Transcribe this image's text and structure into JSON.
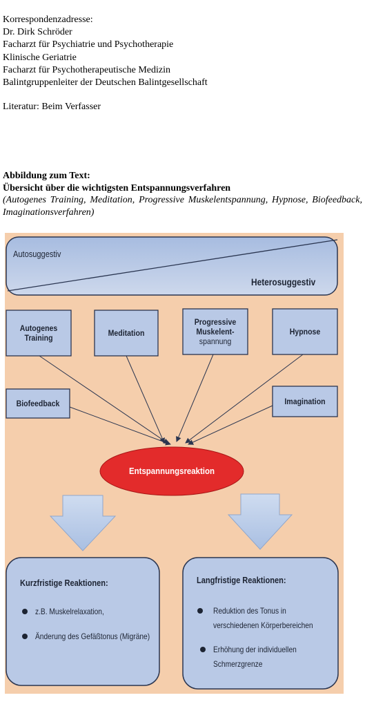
{
  "address": {
    "label": "Korrespondenzadresse:",
    "name": "Dr. Dirk Schröder",
    "lines": [
      "Facharzt für Psychiatrie und Psychotherapie",
      "Klinische Geriatrie",
      "Facharzt für Psychotherapeutische Medizin",
      "Balintgruppenleiter der Deutschen Balintgesellschaft"
    ]
  },
  "literature": "Literatur: Beim Verfasser",
  "figure": {
    "caption_line1": "Abbildung zum Text:",
    "caption_line2": "Übersicht über die wichtigsten Entspannungsverfahren",
    "caption_italic": "(Autogenes Training, Meditation, Progressive Muskelentspannung, Hypnose, Biofeedback, Imaginationsverfahren)"
  },
  "diagram": {
    "colors": {
      "background": "#f5ceac",
      "box_fill": "#b9c9e6",
      "box_stroke": "#2a3550",
      "oval": "#e32b2b"
    },
    "top_band": {
      "left_label": "Autosuggestiv",
      "right_label": "Heterosuggestiv"
    },
    "methods": {
      "autogenes_training": "Autogenes Training",
      "meditation": "Meditation",
      "progressive_1": "Progressive",
      "progressive_2": "Muskelent-",
      "progressive_3": "spannung",
      "hypnose": "Hypnose",
      "biofeedback": "Biofeedback",
      "imagination": "Imagination"
    },
    "center": "Entspannungsreaktion",
    "short_term": {
      "title": "Kurzfristige Reaktionen:",
      "items": [
        "z.B. Muskelrelaxation,",
        "Änderung des Gefäßtonus (Migräne)"
      ]
    },
    "long_term": {
      "title": "Langfristige Reaktionen:",
      "item1_line1": "Reduktion des Tonus in",
      "item1_line2": "verschiedenen Körperbereichen",
      "item2_line1": "Erhöhung der individuellen",
      "item2_line2": "Schmerzgrenze"
    }
  }
}
